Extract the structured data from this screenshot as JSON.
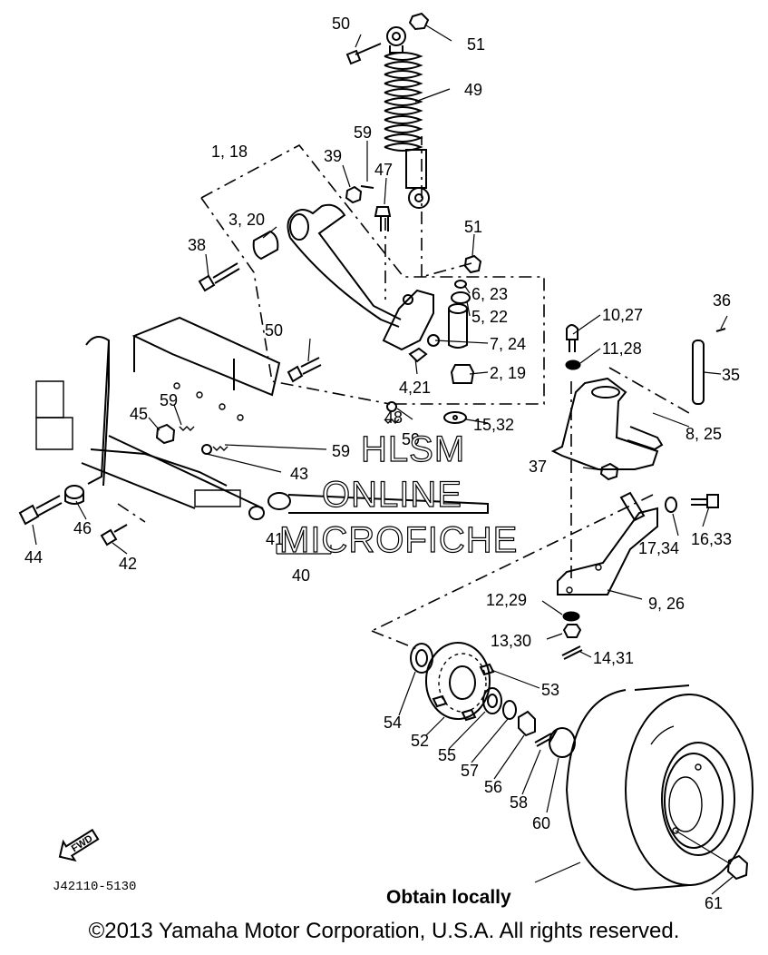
{
  "labels": [
    {
      "text": "50"
    },
    {
      "text": "51"
    },
    {
      "text": "49"
    },
    {
      "text": "1, 18"
    },
    {
      "text": "59"
    },
    {
      "text": "39"
    },
    {
      "text": "47"
    },
    {
      "text": "3, 20"
    },
    {
      "text": "38"
    },
    {
      "text": "51"
    },
    {
      "text": "6, 23"
    },
    {
      "text": "5, 22"
    },
    {
      "text": "10,27"
    },
    {
      "text": "36"
    },
    {
      "text": "11,28"
    },
    {
      "text": "50"
    },
    {
      "text": "7, 24"
    },
    {
      "text": "35"
    },
    {
      "text": "2, 19"
    },
    {
      "text": "4,21"
    },
    {
      "text": "59"
    },
    {
      "text": "45"
    },
    {
      "text": "48"
    },
    {
      "text": "15,32"
    },
    {
      "text": "8, 25"
    },
    {
      "text": "59"
    },
    {
      "text": "59"
    },
    {
      "text": "43"
    },
    {
      "text": "37"
    },
    {
      "text": "46"
    },
    {
      "text": "44"
    },
    {
      "text": "42"
    },
    {
      "text": "41"
    },
    {
      "text": "17,34"
    },
    {
      "text": "16,33"
    },
    {
      "text": "40"
    },
    {
      "text": "9, 26"
    },
    {
      "text": "12,29"
    },
    {
      "text": "13,30"
    },
    {
      "text": "14,31"
    },
    {
      "text": "53"
    },
    {
      "text": "54"
    },
    {
      "text": "52"
    },
    {
      "text": "55"
    },
    {
      "text": "57"
    },
    {
      "text": "56"
    },
    {
      "text": "58"
    },
    {
      "text": "60"
    },
    {
      "text": "61"
    }
  ],
  "watermark": [
    "HLSM",
    "ONLINE",
    "MICROFICHE"
  ],
  "fwd_label": "FWD",
  "diagram_code": "J42110-5130",
  "note": "Obtain locally",
  "copyright": "©2013 Yamaha Motor Corporation, U.S.A. All rights reserved."
}
